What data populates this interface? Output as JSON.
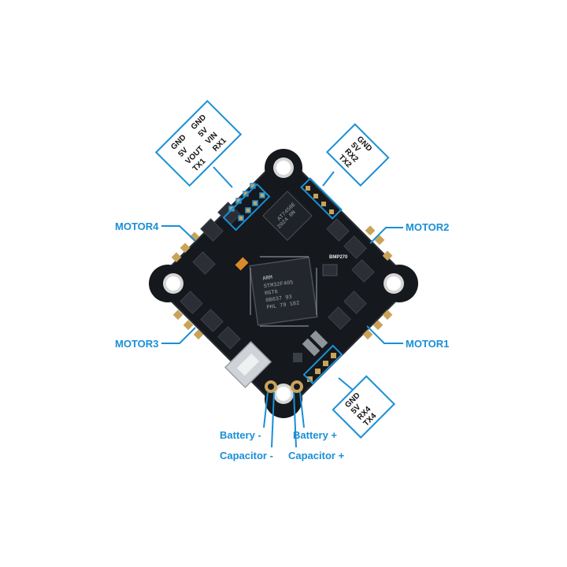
{
  "labels": {
    "motor4": "MOTOR4",
    "motor3": "MOTOR3",
    "motor2": "MOTOR2",
    "motor1": "MOTOR1",
    "battery_neg": "Battery -",
    "capacitor_neg": "Capacitor -",
    "battery_pos": "Battery +",
    "capacitor_pos": "Capacitor +"
  },
  "uart1_box": {
    "col_left": [
      "GND",
      "5V",
      "VOUT",
      "TX1"
    ],
    "col_right": [
      "GND",
      "5V",
      "VIN",
      "RX1"
    ]
  },
  "uart2_box": [
    "GND",
    "5V",
    "RX2",
    "TX2"
  ],
  "uart4_box": [
    "GND",
    "5V",
    "RX4",
    "TX4"
  ],
  "chips": {
    "mcu_brand": "ARM",
    "mcu_lines": [
      "STM32F405",
      "RGT6",
      "0B037 93",
      "PHL 79 182"
    ],
    "gyro_lines": [
      "AT7456E",
      "2024 0N"
    ],
    "silk_bmp": "BMP270"
  },
  "colors": {
    "accent": "#1a8fd6",
    "board": "#15181c",
    "pad": "#c9a35a"
  }
}
